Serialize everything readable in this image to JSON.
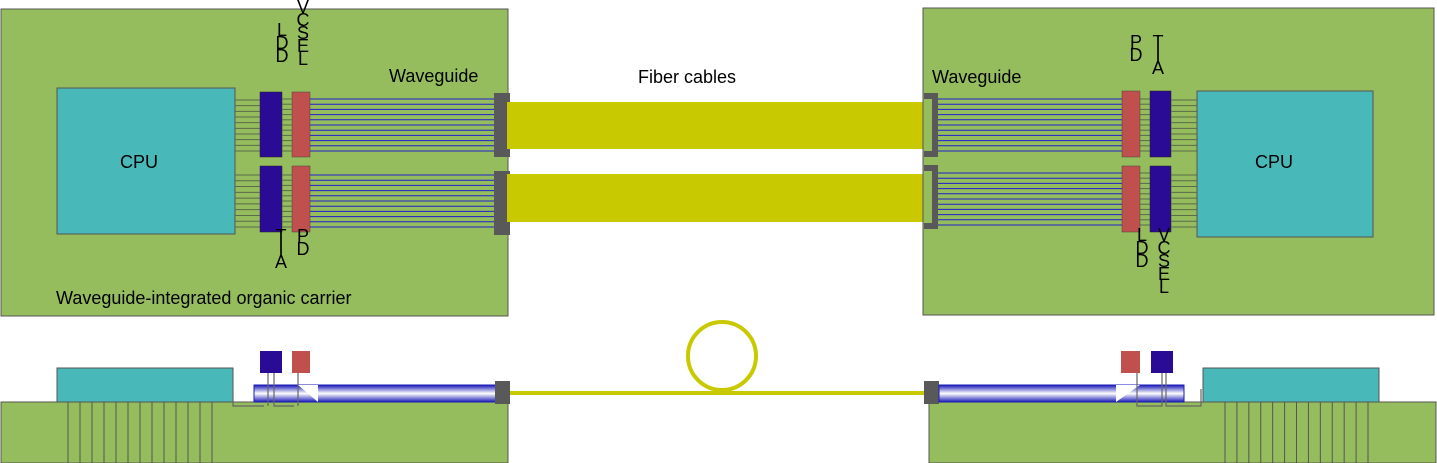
{
  "labels": {
    "left_waveguide": "Waveguide",
    "right_waveguide": "Waveguide",
    "fiber_cables": "Fiber cables",
    "left_cpu": "CPU",
    "right_cpu": "CPU",
    "carrier": "Waveguide-integrated organic carrier",
    "left_top_ld": "LDD",
    "left_top_vcsel": "VCSEL",
    "left_bottom_tia": "TIA",
    "left_bottom_pd": "PD",
    "right_top_pd": "PD",
    "right_top_tia": "TIA",
    "right_bottom_ld": "LDD",
    "right_bottom_vcsel": "VCSEL"
  },
  "colors": {
    "carrier_green": "#95bd5d",
    "cpu_teal": "#48b8b8",
    "driver_navy": "#2a0b95",
    "laser_red": "#c0504d",
    "fiber_yellow": "#c9c900",
    "connector_gray": "#595959",
    "waveguide_blue": "#1f1fd0"
  }
}
